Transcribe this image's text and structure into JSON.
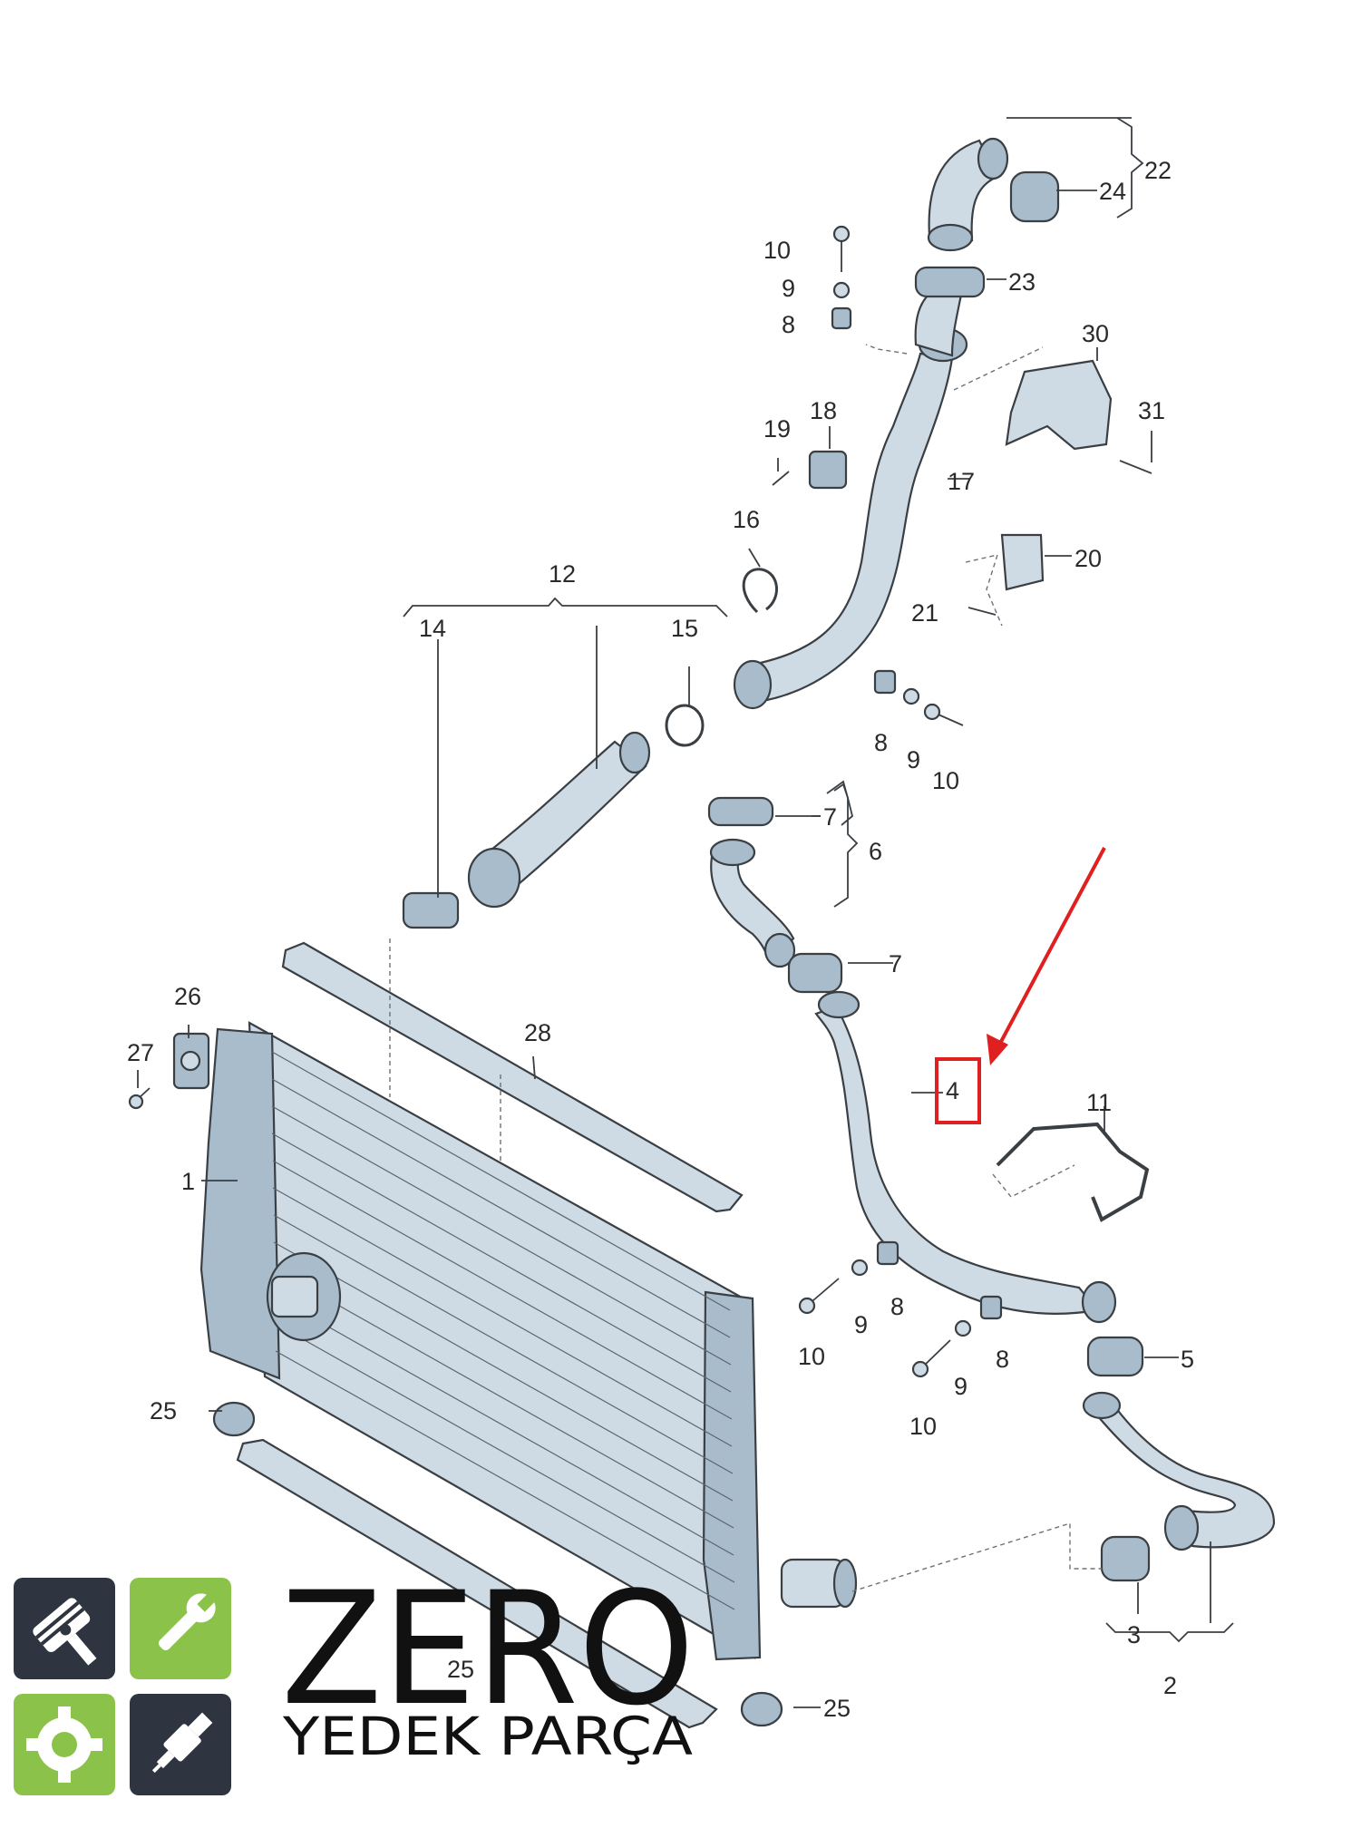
{
  "labels": {
    "l1": "1",
    "l2": "2",
    "l3": "3",
    "l4": "4",
    "l5": "5",
    "l6": "6",
    "l7a": "7",
    "l7b": "7",
    "l8a": "8",
    "l8b": "8",
    "l8c": "8",
    "l8d": "8",
    "l9a": "9",
    "l9b": "9",
    "l9c": "9",
    "l9d": "9",
    "l10a": "10",
    "l10b": "10",
    "l10c": "10",
    "l10d": "10",
    "l11": "11",
    "l12": "12",
    "l14": "14",
    "l15": "15",
    "l16": "16",
    "l17": "17",
    "l18": "18",
    "l19": "19",
    "l20": "20",
    "l21": "21",
    "l22": "22",
    "l23": "23",
    "l24": "24",
    "l25a": "25",
    "l25b": "25",
    "l25c": "25",
    "l26": "26",
    "l27": "27",
    "l28": "28",
    "l30": "30",
    "l31": "31"
  },
  "logo": {
    "name": "ZERO",
    "tagline": "YEDEK PARÇA",
    "colors": {
      "dark_tile": "#2e3440",
      "green_tile": "#8bc34a",
      "text": "#111111"
    },
    "icons": [
      "piston-icon",
      "wrench-icon",
      "gear-icon",
      "spark-plug-icon"
    ]
  },
  "highlight": {
    "part": "4",
    "color": "#e02020"
  }
}
